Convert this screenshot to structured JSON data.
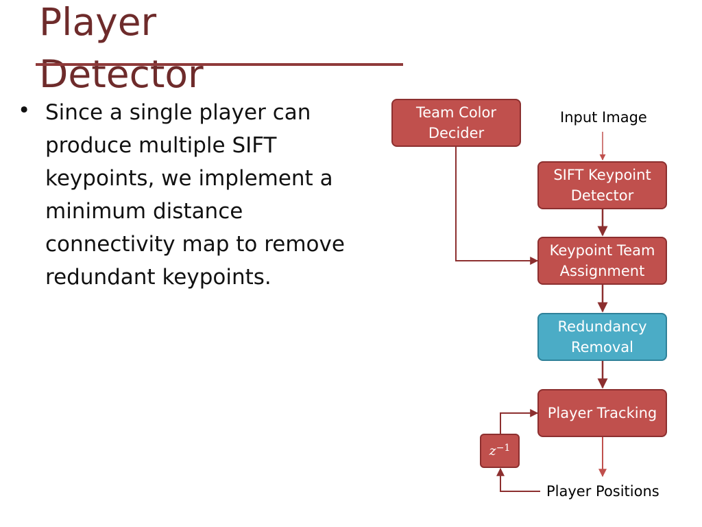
{
  "slide": {
    "title": "Player Detector",
    "bullets": [
      "Since a single player can produce multiple SIFT keypoints, we implement a minimum distance connectivity map to remove redundant keypoints."
    ]
  },
  "diagram": {
    "nodes": {
      "team_color_decider": "Team Color Decider",
      "input_image": "Input Image",
      "sift_keypoint_detector": "SIFT Keypoint Detector",
      "keypoint_team_assignment": "Keypoint Team Assignment",
      "redundancy_removal": "Redundancy Removal",
      "player_tracking": "Player Tracking",
      "delay_base": "z",
      "delay_exponent": "−1",
      "player_positions": "Player Positions"
    },
    "colors": {
      "default_box": "#c0504d",
      "highlighted_box": "#4bacc6",
      "arrow": "#8c2f2f",
      "title": "#6e2b2b"
    }
  }
}
